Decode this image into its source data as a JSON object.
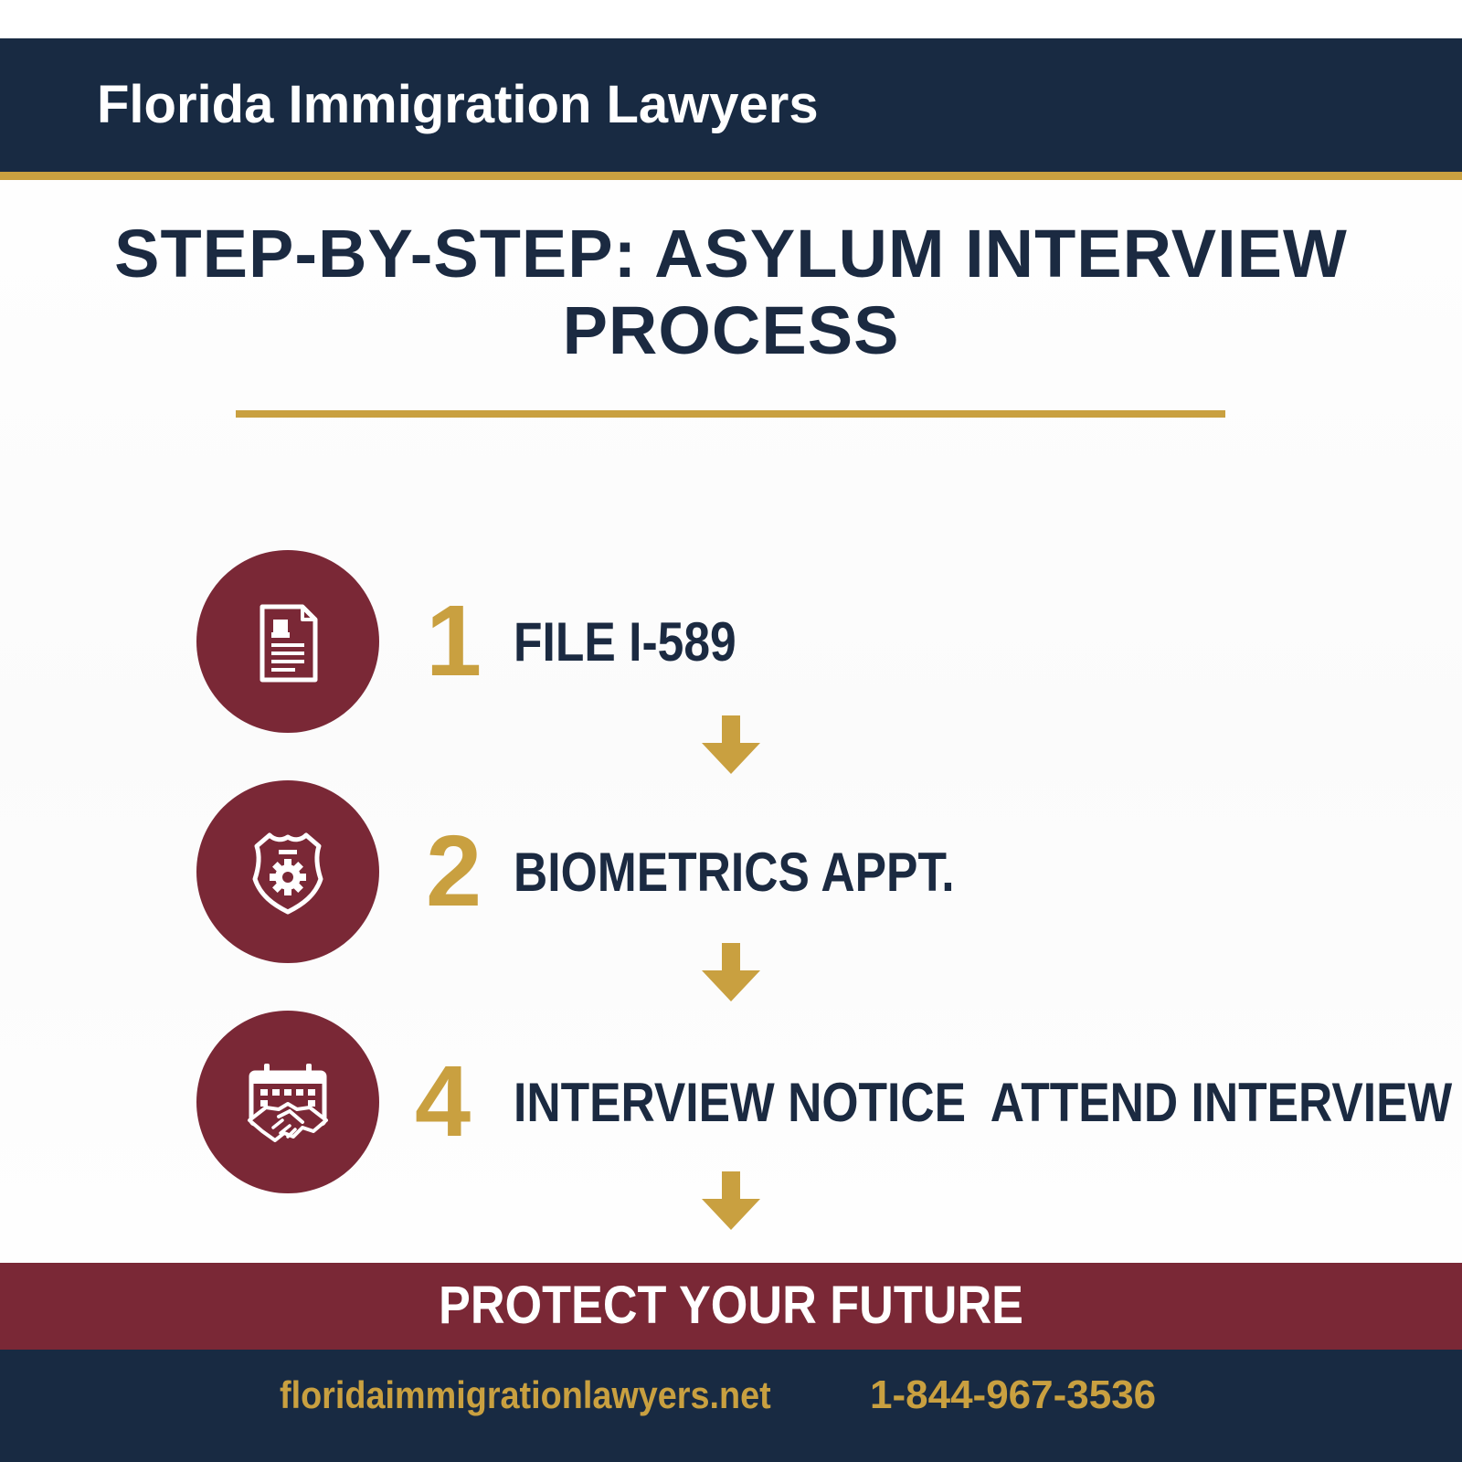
{
  "brand": {
    "name": "Florida Immigration Lawyers"
  },
  "title": {
    "line": "STEP-BY-STEP: ASYLUM INTERVIEW PROCESS"
  },
  "steps": [
    {
      "number": "1",
      "label": "FILE I-589",
      "icon": "document-icon"
    },
    {
      "number": "2",
      "label": "BIOMETRICS APPT.",
      "icon": "badge-gear-icon"
    },
    {
      "number": "4",
      "label": "INTERVIEW NOTICE  ATTEND INTERVIEW",
      "icon": "calendar-handshake-icon"
    }
  ],
  "cta": {
    "text": "PROTECT YOUR FUTURE"
  },
  "footer": {
    "website": "floridaimmigrationlawyers.net",
    "phone": "1-844-967-3536"
  },
  "colors": {
    "navy": "#182a42",
    "gold": "#c9a040",
    "maroon": "#7a2836",
    "text_dark": "#1b2a41"
  }
}
